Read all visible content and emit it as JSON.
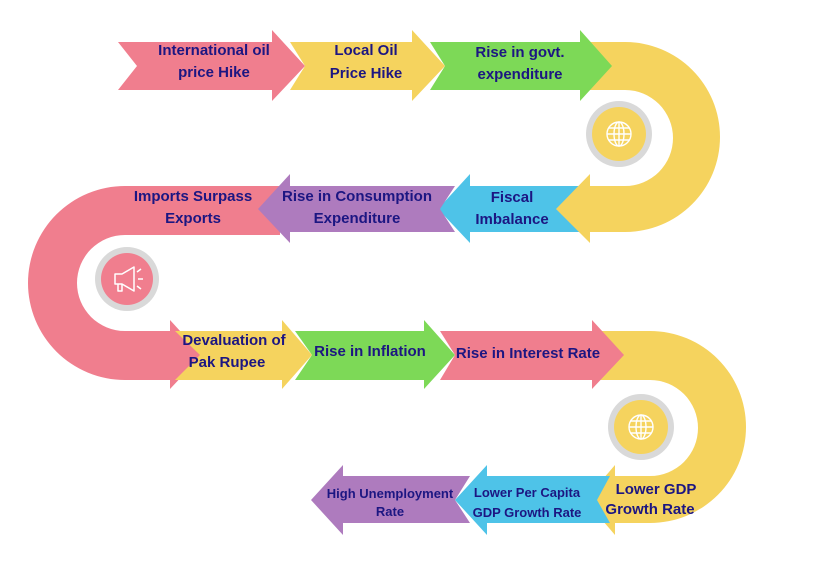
{
  "colors": {
    "pink": "#F07E8E",
    "yellow": "#F5D35E",
    "green": "#7DD957",
    "blue": "#4EC3E8",
    "purple": "#AE7BBE",
    "text": "#1C1682",
    "ring": "#D9D9D9"
  },
  "steps": [
    {
      "line1": "International oil",
      "line2": "price Hike"
    },
    {
      "line1": "Local Oil",
      "line2": "Price Hike"
    },
    {
      "line1": "Rise in govt.",
      "line2": "expenditure"
    },
    {
      "line1": "Fiscal",
      "line2": "Imbalance"
    },
    {
      "line1": "Rise in Consumption",
      "line2": "Expenditure"
    },
    {
      "line1": "Imports Surpass",
      "line2": "Exports"
    },
    {
      "line1": "Devaluation of",
      "line2": "Pak Rupee"
    },
    {
      "line1": "Rise in Inflation"
    },
    {
      "line1": "Rise in Interest Rate"
    },
    {
      "line1": "Lower GDP",
      "line2": "Growth Rate"
    },
    {
      "line1": "Lower Per Capita",
      "line2": "GDP Growth Rate"
    },
    {
      "line1": "High Unemployment",
      "line2": "Rate"
    }
  ],
  "icons": [
    "globe-icon",
    "megaphone-icon",
    "globe-icon"
  ]
}
